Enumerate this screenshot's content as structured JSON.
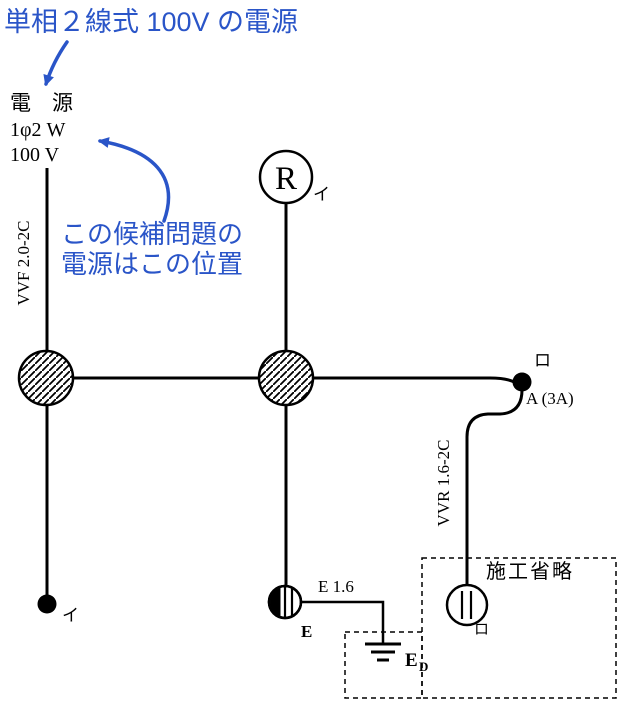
{
  "colors": {
    "annotation_blue": "#2a55c8",
    "diagram_black": "#000000",
    "background": "#ffffff"
  },
  "annotations": {
    "power_title": "単相２線式 100V の電源",
    "position_note_line1": "この候補問題の",
    "position_note_line2": "電源はこの位置"
  },
  "power_source": {
    "name": "電　源",
    "system": "1φ2 W",
    "voltage": "100 V"
  },
  "cables": {
    "vvf": "VVF 2.0-2C",
    "vvr": "VVR 1.6-2C",
    "ground_wire": "E 1.6"
  },
  "devices": {
    "lamp_receptacle_letter": "R",
    "lamp_receptacle_mark": "イ",
    "switch_mark": "イ",
    "auto_switch_mark": "ロ",
    "auto_switch_rating": "A (3A)",
    "outlet_earth_label": "E",
    "earth_electrode_main": "E",
    "earth_electrode_sub": "D",
    "outdoor_light_mark": "ロ"
  },
  "notes": {
    "omission": "施工省略"
  }
}
